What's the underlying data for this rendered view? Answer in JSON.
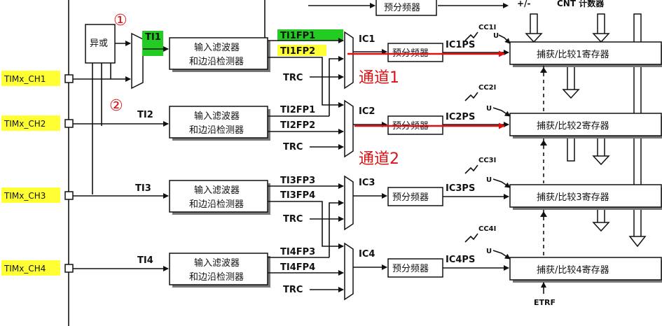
{
  "inputs": [
    "TIMx_CH1",
    "TIMx_CH2",
    "TIMx_CH3",
    "TIMx_CH4"
  ],
  "xor_label": "异或",
  "markers": [
    "①",
    "②"
  ],
  "ti_labels": [
    "TI1",
    "TI2",
    "TI3",
    "TI4"
  ],
  "filter_line1": "输入滤波器",
  "filter_line2": "和边沿检测器",
  "fp_labels": {
    "ch1": [
      "TI1FP1",
      "TI1FP2"
    ],
    "ch2": [
      "TI2FP1",
      "TI2FP2"
    ],
    "ch3": [
      "TI3FP3",
      "TI3FP4"
    ],
    "ch4": [
      "TI4FP3",
      "TI4FP4"
    ]
  },
  "trc": "TRC",
  "ic_labels": [
    "IC1",
    "IC2",
    "IC3",
    "IC4"
  ],
  "prescaler": "预分频器",
  "icps_labels": [
    "IC1PS",
    "IC2PS",
    "IC3PS",
    "IC4PS"
  ],
  "cci_labels": [
    "CC1I",
    "CC2I",
    "CC3I",
    "CC4I"
  ],
  "u_label": "U",
  "capture_regs": [
    "捕获/比较1寄存器",
    "捕获/比较2寄存器",
    "捕获/比较3寄存器",
    "捕获/比较4寄存器"
  ],
  "channel_notes": [
    "通道1",
    "通道2"
  ],
  "top_prescaler": "预分频器",
  "top_pm": "+/-",
  "top_cnt": "CNT 计数器",
  "etrf": "ETRF",
  "colors": {
    "highlight_yellow": "#ffff33",
    "highlight_green": "#22cc22",
    "annotation_red": "#dd1111"
  }
}
